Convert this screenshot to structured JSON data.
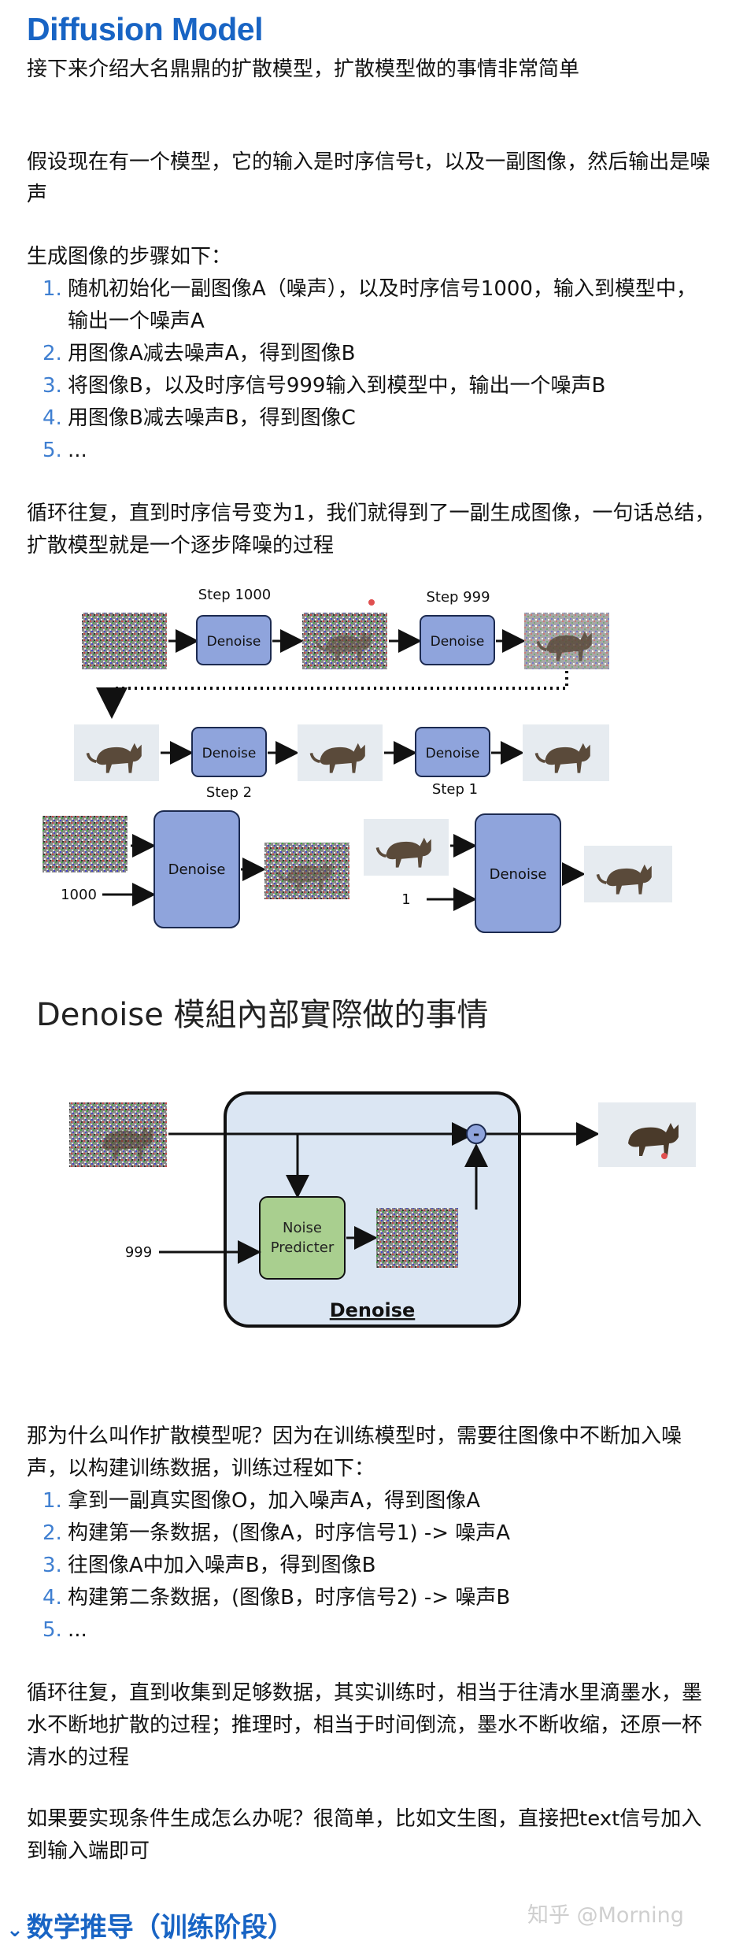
{
  "title": "Diffusion Model",
  "p1": "接下来介绍大名鼎鼎的扩散模型，扩散模型做的事情非常简单",
  "p2": "假设现在有一个模型，它的输入是时序信号t，以及一副图像，然后输出是噪声",
  "p3": "生成图像的步骤如下：",
  "steps1": [
    {
      "n": "1.",
      "t": "随机初始化一副图像A（噪声），以及时序信号1000，输入到模型中，  输出一个噪声A"
    },
    {
      "n": "2.",
      "t": "用图像A减去噪声A，得到图像B"
    },
    {
      "n": "3.",
      "t": "将图像B，以及时序信号999输入到模型中，输出一个噪声B"
    },
    {
      "n": "4.",
      "t": "用图像B减去噪声B，得到图像C"
    },
    {
      "n": "5.",
      "t": "..."
    }
  ],
  "p4": "循环往复，直到时序信号变为1，我们就得到了一副生成图像，一句话总结，扩散模型就是一个逐步降噪的过程",
  "fig1": {
    "step1000": "Step 1000",
    "step999": "Step 999",
    "step2": "Step 2",
    "step1": "Step 1",
    "denoise": "Denoise",
    "n1000": "1000",
    "n1": "1"
  },
  "fig2": {
    "heading": "Denoise 模組內部實際做的事情",
    "noise_predicter_1": "Noise",
    "noise_predicter_2": "Predicter",
    "n999": "999",
    "minus": "-",
    "denoise": "Denoise"
  },
  "p5": "那为什么叫作扩散模型呢？因为在训练模型时，需要往图像中不断加入噪声，以构建训练数据，训练过程如下：",
  "steps2": [
    {
      "n": "1.",
      "t": "拿到一副真实图像O，加入噪声A，得到图像A"
    },
    {
      "n": "2.",
      "t": "构建第一条数据，(图像A，时序信号1) -> 噪声A"
    },
    {
      "n": "3.",
      "t": "往图像A中加入噪声B，得到图像B"
    },
    {
      "n": "4.",
      "t": "构建第二条数据，(图像B，时序信号2) -> 噪声B"
    },
    {
      "n": "5.",
      "t": "..."
    }
  ],
  "p6": "循环往复，直到收集到足够数据，其实训练时，相当于往清水里滴墨水，墨水不断地扩散的过程；推理时，相当于时间倒流，墨水不断收缩，还原一杯清水的过程",
  "p7": "如果要实现条件生成怎么办呢？很简单，比如文生图，直接把text信号加入到输入端即可",
  "h2": "数学推导（训练阶段）",
  "watermark": "知乎 @Morning",
  "colors": {
    "accent": "#1864c4",
    "list_number": "#3f7fd1",
    "denoise_box": "#8fa4dc",
    "denoise_outer": "#dbe6f3",
    "predicter": "#a9cf8f"
  }
}
